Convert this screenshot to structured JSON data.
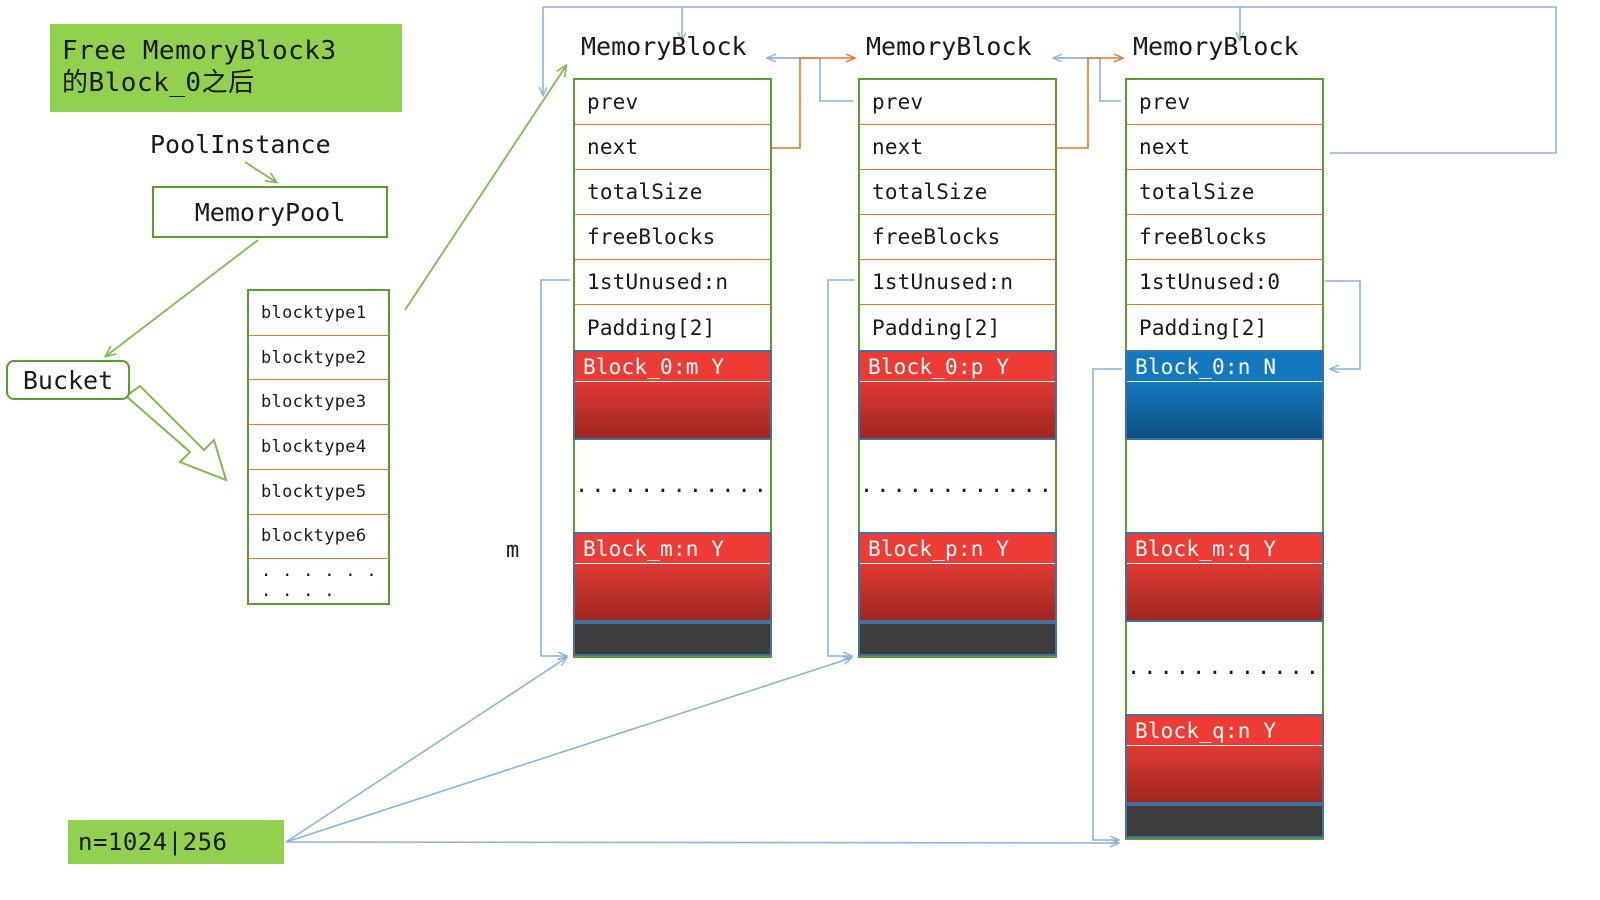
{
  "diagram": {
    "title_banner": {
      "line1": "Free MemoryBlock3",
      "line2": "的Block_0之后",
      "bg": "#92d050"
    },
    "pool": {
      "instance_label": "PoolInstance",
      "pool_box_label": "MemoryPool",
      "bucket_label": "Bucket"
    },
    "blocktype_list": {
      "items": [
        "blocktype1",
        "blocktype2",
        "blocktype3",
        "blocktype4",
        "blocktype5",
        "blocktype6",
        ". . . . . . . . . ."
      ]
    },
    "footer": {
      "n_label": "n=1024|256"
    },
    "bracket_label_m": "m",
    "ellipsis": "............",
    "field_names": [
      "prev",
      "next",
      "totalSize",
      "freeBlocks"
    ],
    "columns": [
      {
        "title": "MemoryBlock",
        "fields": [
          "prev",
          "next",
          "totalSize",
          "freeBlocks",
          "1stUnused:n",
          "Padding[2]"
        ],
        "blocks": [
          {
            "label": "Block_0:m Y",
            "color": "red",
            "state": "used"
          },
          {
            "label": "Block_m:n Y",
            "color": "red",
            "state": "used"
          }
        ]
      },
      {
        "title": "MemoryBlock",
        "fields": [
          "prev",
          "next",
          "totalSize",
          "freeBlocks",
          "1stUnused:n",
          "Padding[2]"
        ],
        "blocks": [
          {
            "label": "Block_0:p Y",
            "color": "red",
            "state": "used"
          },
          {
            "label": "Block_p:n Y",
            "color": "red",
            "state": "used"
          }
        ]
      },
      {
        "title": "MemoryBlock",
        "fields": [
          "prev",
          "next",
          "totalSize",
          "freeBlocks",
          "1stUnused:0",
          "Padding[2]"
        ],
        "blocks": [
          {
            "label": "Block_0:n N",
            "color": "blue",
            "state": "free"
          },
          {
            "label": "Block_m:q Y",
            "color": "red",
            "state": "used"
          },
          {
            "label": "Block_q:n Y",
            "color": "red",
            "state": "used"
          }
        ]
      }
    ],
    "colors": {
      "banner_green": "#92d050",
      "outline_green": "#5a9e2f",
      "row_divider_orange": "#e8762c",
      "link_blue": "#8ab4dd",
      "link_orange": "#e8762c",
      "block_red": "#ee3b33",
      "block_blue": "#1279c0",
      "tail_gray": "#3d3d3d"
    }
  }
}
